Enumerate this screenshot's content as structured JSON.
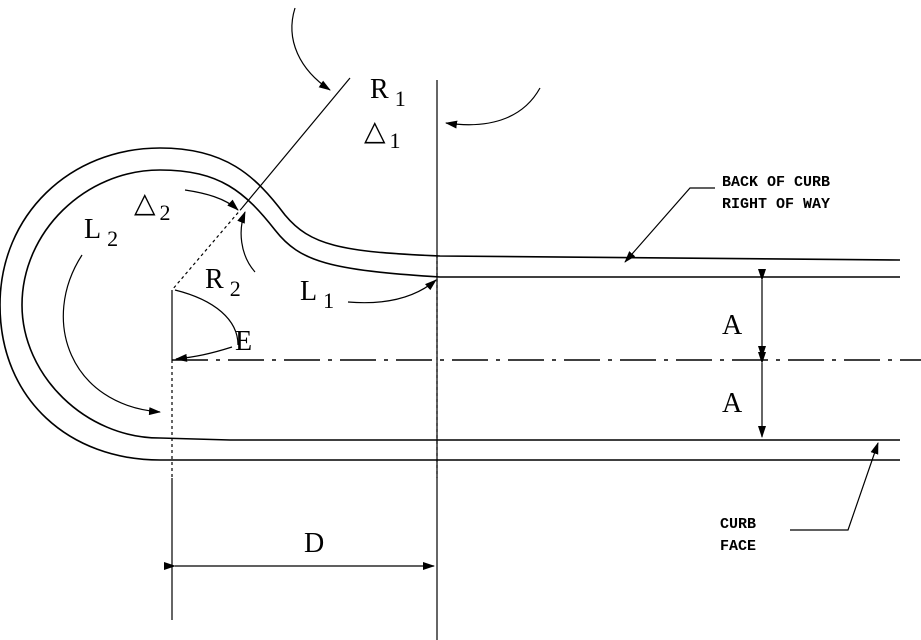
{
  "labels": {
    "r1": "R",
    "r1_sub": "1",
    "delta1": "△",
    "delta1_sub": "1",
    "l2": "L",
    "l2_sub": "2",
    "delta2": "△",
    "delta2_sub": "2",
    "r2": "R",
    "r2_sub": "2",
    "l1": "L",
    "l1_sub": "1",
    "e": "E",
    "a_upper": "A",
    "a_lower": "A",
    "d": "D",
    "back_of_curb_1": "BACK OF CURB",
    "back_of_curb_2": "RIGHT OF WAY",
    "curb_face_1": "CURB",
    "curb_face_2": "FACE"
  }
}
